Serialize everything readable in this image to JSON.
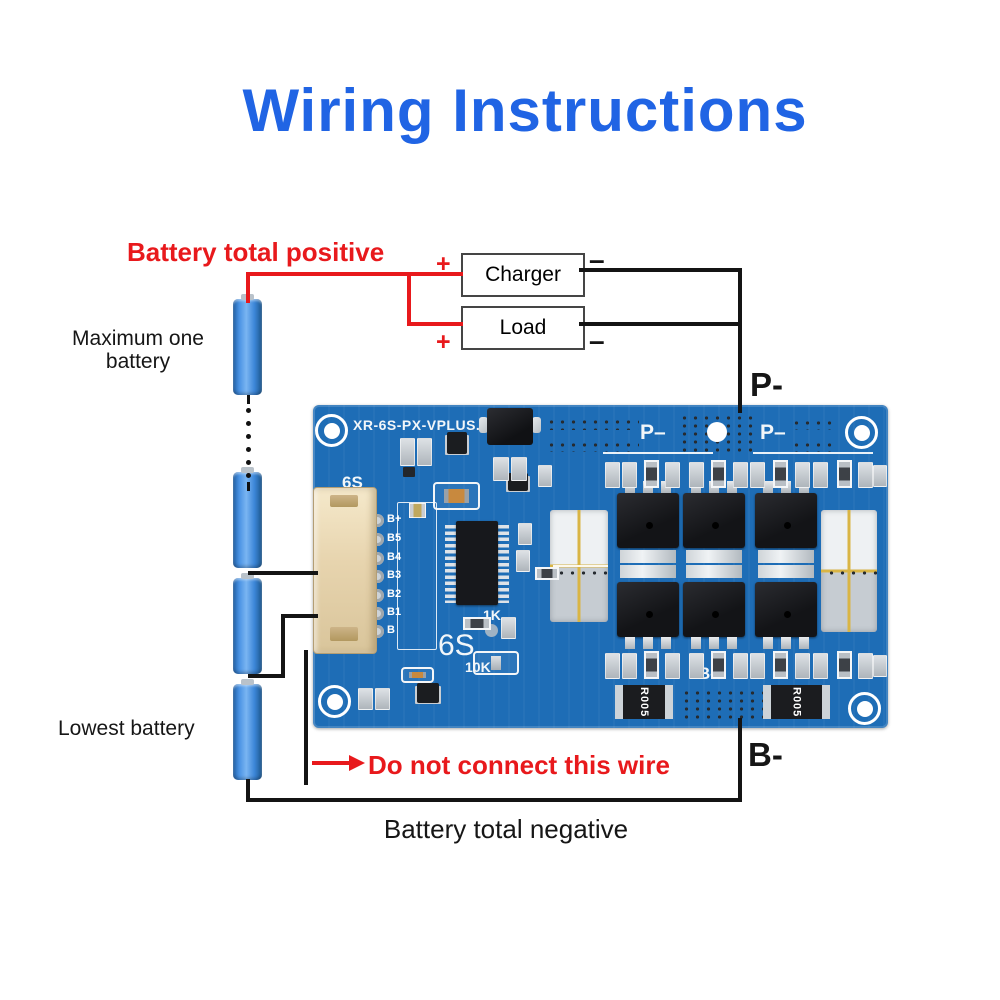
{
  "title": {
    "text": "Wiring Instructions"
  },
  "annotations": {
    "battery_total_positive": "Battery total positive",
    "maximum_one_battery_line1": "Maximum one",
    "maximum_one_battery_line2": "battery",
    "lowest_battery": "Lowest battery",
    "do_not_connect": "Do not connect this wire",
    "battery_total_negative": "Battery total negative",
    "p_minus": "P-",
    "b_minus": "B-"
  },
  "io": {
    "charger": {
      "label": "Charger",
      "plus": "+",
      "minus": "–"
    },
    "load": {
      "label": "Load",
      "plus": "+",
      "minus": "–"
    }
  },
  "board": {
    "model": "XR-6S-PX-VPLUS.",
    "silk": {
      "p_minus_left": "P–",
      "p_minus_right": "P–",
      "b_minus": "B–",
      "cells_large": "6S",
      "cells_small": "6S",
      "r_10k": "10K",
      "r_1k": "1K",
      "shunt_left": "R005",
      "shunt_right": "R005"
    },
    "pin_labels": [
      "B+",
      "B5",
      "B4",
      "B3",
      "B2",
      "B1",
      "B"
    ]
  },
  "colors": {
    "title_blue": "#2064e4",
    "label_red": "#e8191c",
    "wire_black": "#141414",
    "battery_blue": "#4a93e4",
    "pcb_blue": "#1e6db6",
    "connector_beige": "#e7d4ae"
  }
}
